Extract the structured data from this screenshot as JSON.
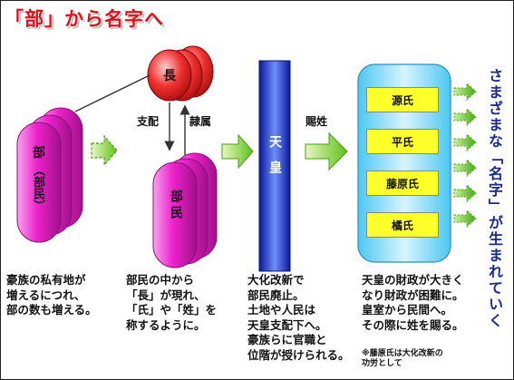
{
  "title": "「部」から名字へ",
  "be_group": {
    "main": "部",
    "sub": "（部民）"
  },
  "chief": "長",
  "bemin": "部民",
  "relation_down": "支配",
  "relation_up": "隷属",
  "emperor": "天皇",
  "grant_label": "賜姓",
  "clans": [
    "源氏",
    "平氏",
    "藤原氏",
    "橘氏"
  ],
  "vertical_text": "さまざまな「名字」が生まれていく",
  "captions": {
    "c1": [
      "豪族の私有地が",
      "増えるにつれ、",
      "部の数も増える。"
    ],
    "c2": [
      "部民の中から",
      "「長」が現れ、",
      "「氏」や「姓」を",
      "称するように。"
    ],
    "c3": [
      "大化改新で",
      "部民廃止。",
      "土地や人民は",
      "天皇支配下へ。",
      "豪族らに官職と",
      "位階が授けられる。"
    ],
    "c4": [
      "天皇の財政が大きく",
      "なり財政が困難に。",
      "皇室から民間へ。",
      "その際に姓を賜る。"
    ]
  },
  "note": [
    "※藤原氏は大化改新の",
    "功労として"
  ],
  "colors": {
    "title": "#e0101a",
    "pink": "#ee22cc",
    "red": "#dd1111",
    "blue": "#1133cc",
    "cyan": "#33ccee",
    "yellow": "#ffff2a",
    "arrow_green": "#66cc22"
  }
}
